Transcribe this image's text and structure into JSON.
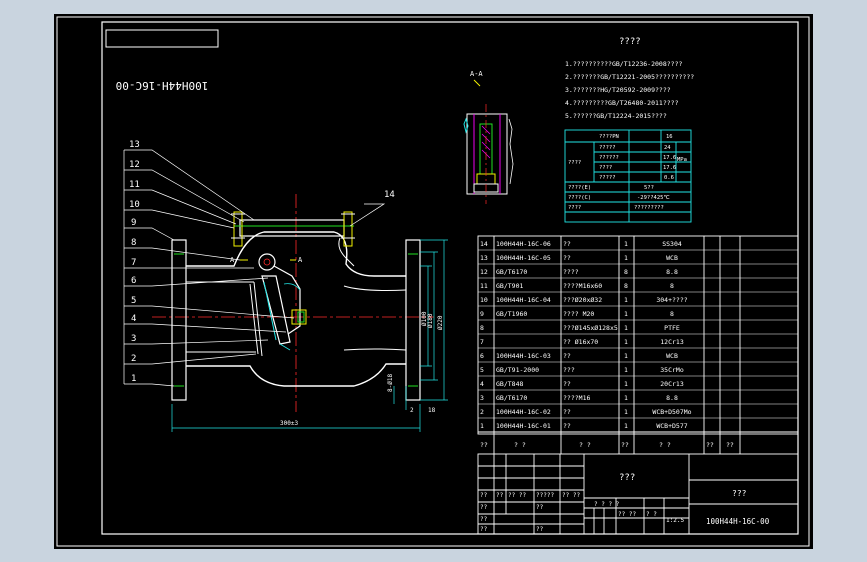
{
  "title_stamp": "100H44H-16C-00",
  "notes": {
    "heading": "????",
    "items": [
      "1.??????????GB/T12236-2008????",
      "2.???????GB/T12221-2005??????????",
      "3.???????HG/T20592-2009????",
      "4.?????????GB/T26480-2011????",
      "5.??????GB/T12224-2015????"
    ]
  },
  "section_label": "A-A",
  "section_marks": [
    "A",
    "A"
  ],
  "dimensions": {
    "length": "300±3",
    "dia_inner": "Ø100",
    "dia_mid": "Ø180",
    "dia_outer": "Ø220",
    "flange_thk": "8-Ø18",
    "small1": "2",
    "small2": "18"
  },
  "leaders": [
    "1",
    "2",
    "3",
    "4",
    "5",
    "6",
    "7",
    "8",
    "9",
    "10",
    "11",
    "12",
    "13",
    "14"
  ],
  "spec_table": {
    "rows": [
      {
        "a": "",
        "b": "????PN",
        "c": "16",
        "d": ""
      },
      {
        "a": "????",
        "b": "?????",
        "c": "24",
        "d": ""
      },
      {
        "a": "",
        "b": "??????",
        "c": "17.6",
        "d": "MPa"
      },
      {
        "a": "",
        "b": "????",
        "c": "17.6",
        "d": ""
      },
      {
        "a": "",
        "b": "?????",
        "c": "0.6",
        "d": ""
      },
      {
        "a": "????(E)",
        "b": "",
        "c": "5??",
        "d": ""
      },
      {
        "a": "????(C)",
        "b": "",
        "c": "-29??425℃",
        "d": ""
      },
      {
        "a": "????",
        "b": "",
        "c": "?????????",
        "d": ""
      }
    ]
  },
  "bom": {
    "rows": [
      {
        "no": "14",
        "code": "100H44H-16C-06",
        "name": "??",
        "qty": "1",
        "mat": "SS304"
      },
      {
        "no": "13",
        "code": "100H44H-16C-05",
        "name": "??",
        "qty": "1",
        "mat": "WCB"
      },
      {
        "no": "12",
        "code": "GB/T6170",
        "name": "????",
        "qty": "8",
        "mat": "8.8"
      },
      {
        "no": "11",
        "code": "GB/T901",
        "name": "????M16x60",
        "qty": "8",
        "mat": "8"
      },
      {
        "no": "10",
        "code": "100H44H-16C-04",
        "name": "???Ø20xØ32",
        "qty": "1",
        "mat": "304+????"
      },
      {
        "no": "9",
        "code": "GB/T1960",
        "name": "???? M20",
        "qty": "1",
        "mat": "8"
      },
      {
        "no": "8",
        "code": "",
        "name": "???Ø145xØ128x5",
        "qty": "1",
        "mat": "PTFE"
      },
      {
        "no": "7",
        "code": "",
        "name": "?? Ø16x70",
        "qty": "1",
        "mat": "12Cr13"
      },
      {
        "no": "6",
        "code": "100H44H-16C-03",
        "name": "??",
        "qty": "1",
        "mat": "WCB"
      },
      {
        "no": "5",
        "code": "GB/T91-2000",
        "name": "???",
        "qty": "1",
        "mat": "35CrMo"
      },
      {
        "no": "4",
        "code": "GB/T848",
        "name": "??",
        "qty": "1",
        "mat": "20Cr13"
      },
      {
        "no": "3",
        "code": "GB/T6170",
        "name": "????M16",
        "qty": "1",
        "mat": "8.8"
      },
      {
        "no": "2",
        "code": "100H44H-16C-02",
        "name": "??",
        "qty": "1",
        "mat": "WCB+D507Mo"
      },
      {
        "no": "1",
        "code": "100H44H-16C-01",
        "name": "??",
        "qty": "1",
        "mat": "WCB+D577"
      }
    ],
    "header": [
      "??",
      "?  ?",
      "?  ?",
      "??",
      "?  ?",
      "??",
      "??"
    ]
  },
  "title_block": {
    "center_title": "???",
    "right_title": "???",
    "drawing_no": "100H44H-16C-00",
    "scale": "1:2.5",
    "left_cells": [
      "??",
      "??",
      "?? ??",
      "?????",
      "?? ??",
      "??",
      "??",
      "??",
      "??",
      "??"
    ],
    "mid_cells": [
      "? ? ? ?",
      "?? ??",
      "? ?"
    ]
  },
  "colors": {
    "frame": "#000000",
    "line_white": "#ffffff",
    "line_cyan": "#22e6e6",
    "line_yellow": "#f2f200",
    "line_red": "#ff2a2a",
    "line_green": "#1fe01f",
    "line_magenta": "#e0e",
    "background": "#c9d4df"
  }
}
